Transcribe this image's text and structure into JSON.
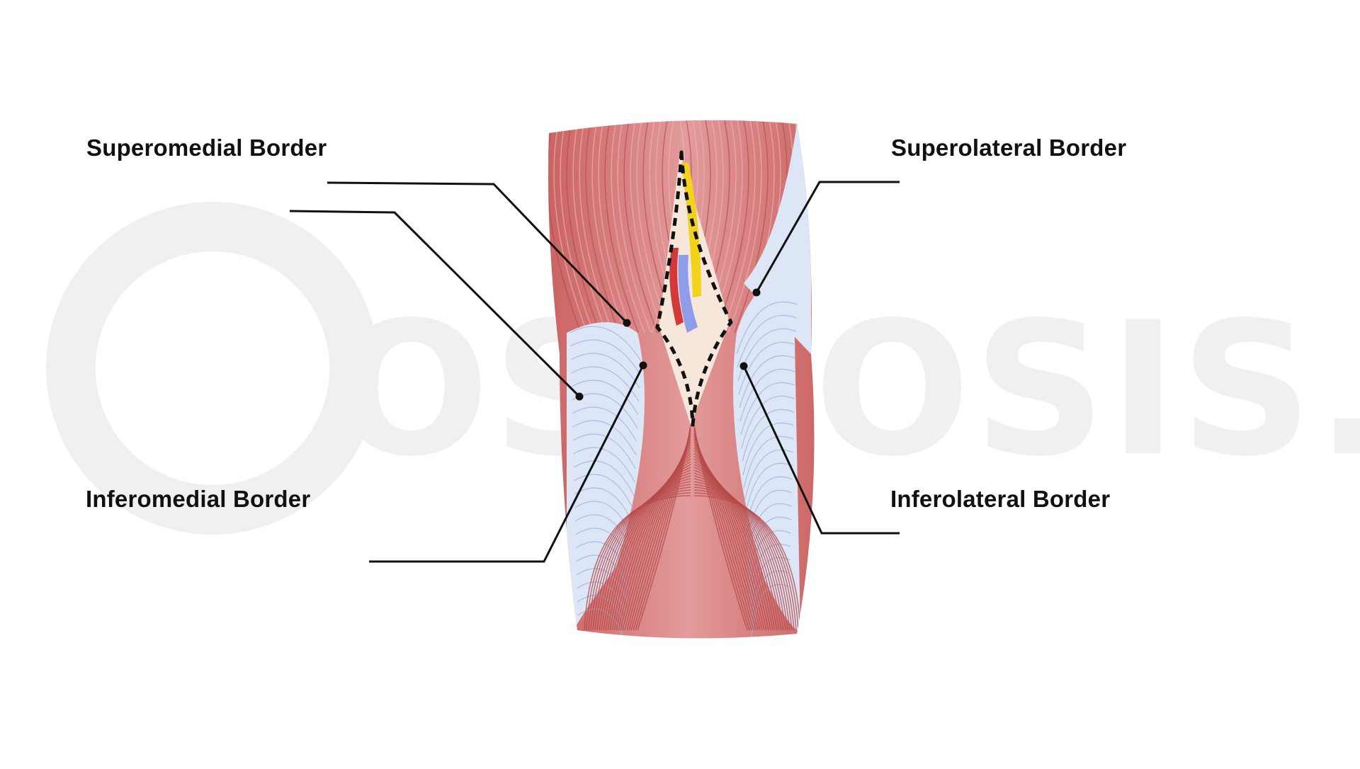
{
  "labels": {
    "superomedial": "Superomedial Border",
    "superolateral": "Superolateral Border",
    "inferomedial": "Inferomedial Border",
    "inferolateral": "Inferolateral Border"
  },
  "watermark": "OSMOSIS.org",
  "colors": {
    "muscle": "#d97f7f",
    "muscle_dark": "#b54a4a",
    "tendon": "#dde6f6",
    "tendon_line": "#9fb3df",
    "artery": "#d23a3a",
    "vein": "#8f9de8",
    "nerve": "#f2d21b",
    "watermark": "#efefef",
    "leader": "#111111"
  }
}
